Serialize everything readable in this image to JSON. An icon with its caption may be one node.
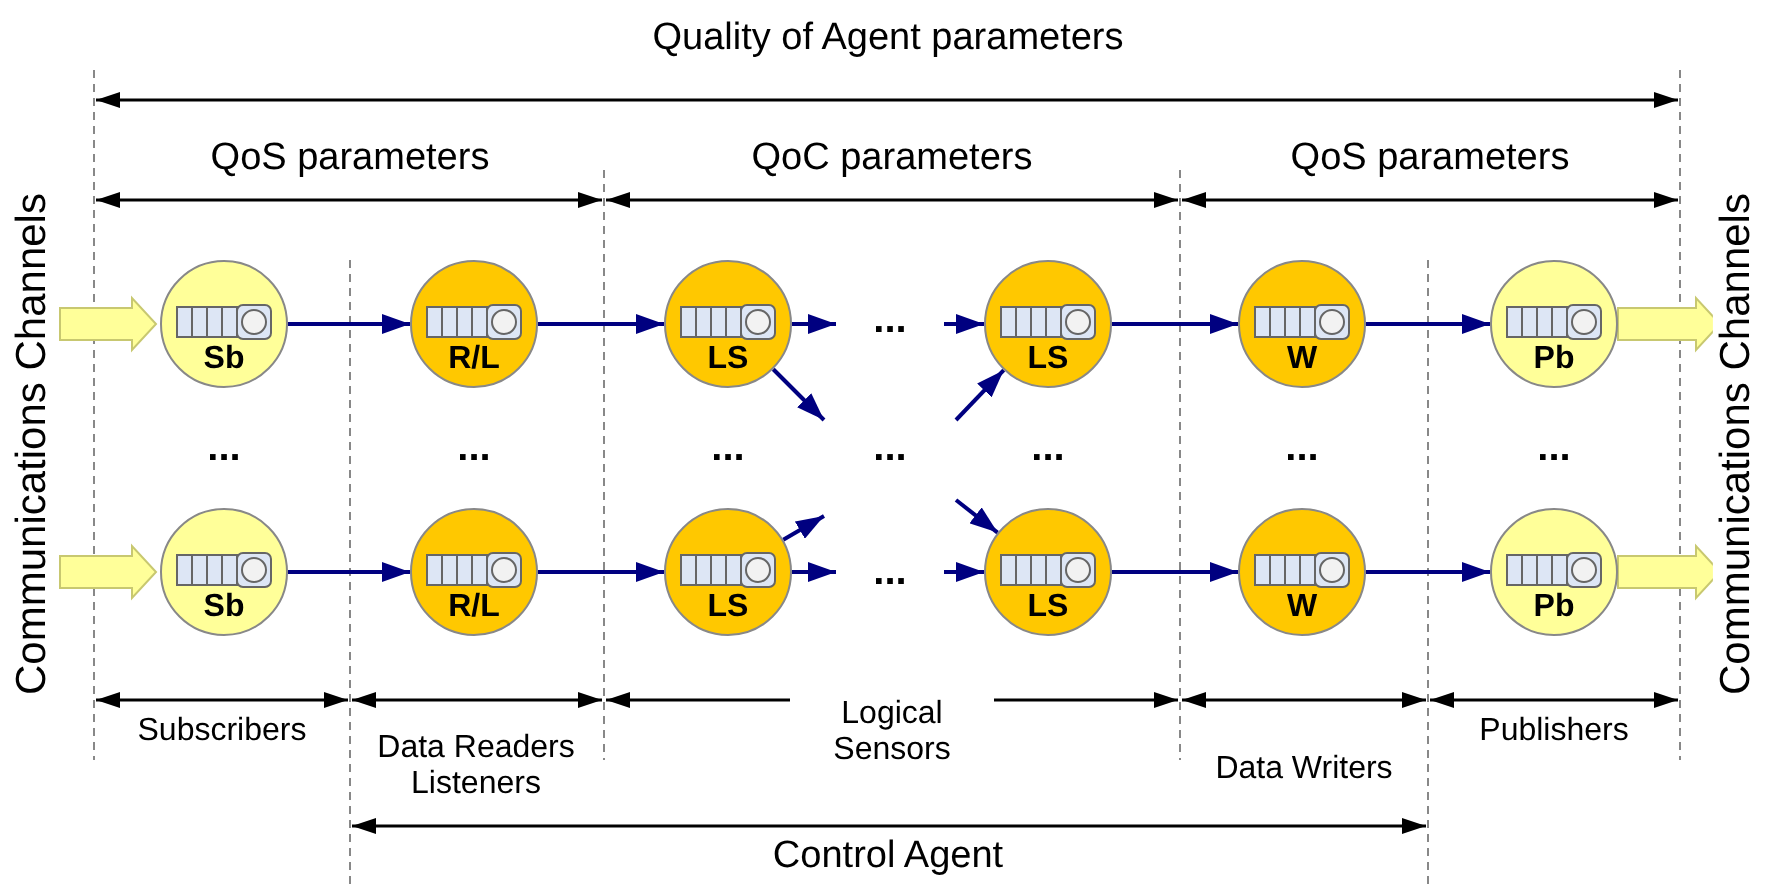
{
  "diagram": {
    "nodes": [
      {
        "text": [
          "Sb"
        ]
      },
      {
        "text": [
          "R/L"
        ]
      },
      {
        "text": [
          "LS"
        ]
      },
      {
        "text": [
          "LS"
        ]
      },
      {
        "text": [
          "W"
        ]
      },
      {
        "text": [
          "Pb"
        ]
      },
      {
        "text": [
          "Sb"
        ]
      },
      {
        "text": [
          "R/L"
        ]
      },
      {
        "text": [
          "LS"
        ]
      },
      {
        "text": [
          "LS"
        ]
      },
      {
        "text": [
          "W"
        ]
      },
      {
        "text": [
          "Pb"
        ]
      }
    ],
    "edges": [
      {
        "from": null,
        "to": 0,
        "arrow": "to",
        "style": "thick",
        "color": "#ffff99"
      },
      {
        "from": 0,
        "to": 1,
        "arrow": "to"
      },
      {
        "from": 1,
        "to": 2,
        "arrow": "to"
      },
      {
        "from": 2,
        "to": null,
        "arrow": "to"
      },
      {
        "from": 2,
        "to": null,
        "arrow": "to"
      },
      {
        "from": null,
        "to": 3,
        "arrow": "to"
      },
      {
        "from": null,
        "to": 3,
        "arrow": "to"
      },
      {
        "from": 3,
        "to": 4,
        "arrow": "to"
      },
      {
        "from": 4,
        "to": 5,
        "arrow": "to"
      },
      {
        "from": 5,
        "to": null,
        "arrow": "to",
        "style": "thick",
        "color": "#ffff99"
      },
      {
        "from": null,
        "to": 6,
        "arrow": "to",
        "style": "thick",
        "color": "#ffff99"
      },
      {
        "from": 6,
        "to": 7,
        "arrow": "to"
      },
      {
        "from": 7,
        "to": 8,
        "arrow": "to"
      },
      {
        "from": 8,
        "to": null,
        "arrow": "to"
      },
      {
        "from": 8,
        "to": null,
        "arrow": "to"
      },
      {
        "from": null,
        "to": 9,
        "arrow": "to"
      },
      {
        "from": null,
        "to": 9,
        "arrow": "to"
      },
      {
        "from": 9,
        "to": 10,
        "arrow": "to"
      },
      {
        "from": 10,
        "to": 11,
        "arrow": "to"
      },
      {
        "from": 11,
        "to": null,
        "arrow": "to",
        "style": "thick",
        "color": "#ffff99"
      }
    ],
    "labels": [
      "Quality of Agent parameters",
      "QoS parameters",
      "QoC parameters",
      "QoS parameters",
      "Communications Channels",
      "...",
      "...",
      "...",
      "...",
      "...",
      "...",
      "...",
      "...",
      "...",
      "Communications Channels",
      "Subscribers",
      "Data Readers Listeners",
      "Logical Sensors",
      "Data Writers",
      "Publishers",
      "Control Agent"
    ]
  }
}
